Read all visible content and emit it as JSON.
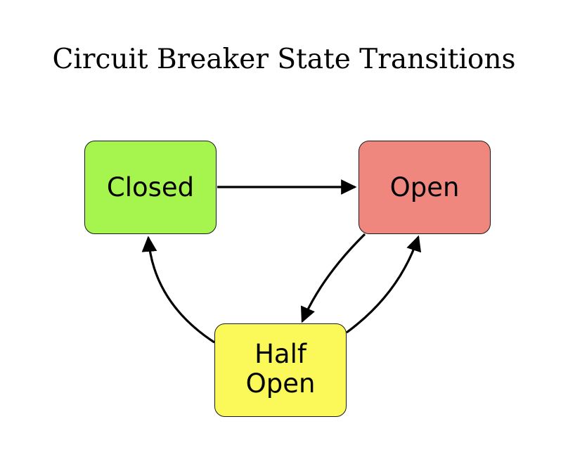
{
  "title": "Circuit Breaker State Transitions",
  "nodes": {
    "closed": {
      "label": "Closed",
      "color": "#a6f54f"
    },
    "open": {
      "label": "Open",
      "color": "#f0877f"
    },
    "half_open": {
      "line1": "Half",
      "line2": "Open",
      "color": "#fbf85a"
    }
  },
  "edges": [
    {
      "from": "Closed",
      "to": "Open"
    },
    {
      "from": "Open",
      "to": "Half Open"
    },
    {
      "from": "Half Open",
      "to": "Open"
    },
    {
      "from": "Half Open",
      "to": "Closed"
    }
  ],
  "colors": {
    "arrow": "#000000",
    "border": "#1a1a1a"
  }
}
